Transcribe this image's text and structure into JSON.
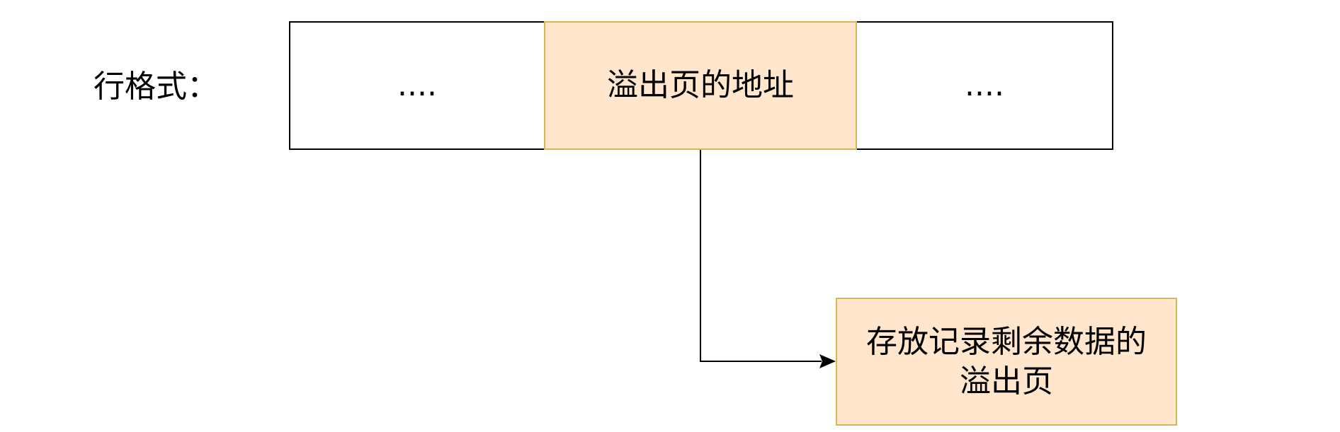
{
  "diagram": {
    "row_label": "行格式：",
    "cells": [
      {
        "text": "...."
      },
      {
        "text": "溢出页的地址"
      },
      {
        "text": "...."
      }
    ],
    "overflow_page": {
      "line1": "存放记录剩余数据的",
      "line2": "溢出页"
    },
    "colors": {
      "highlight_fill": "#ffe6cc",
      "highlight_border": "#d6b656",
      "plain_border": "#000000"
    }
  }
}
